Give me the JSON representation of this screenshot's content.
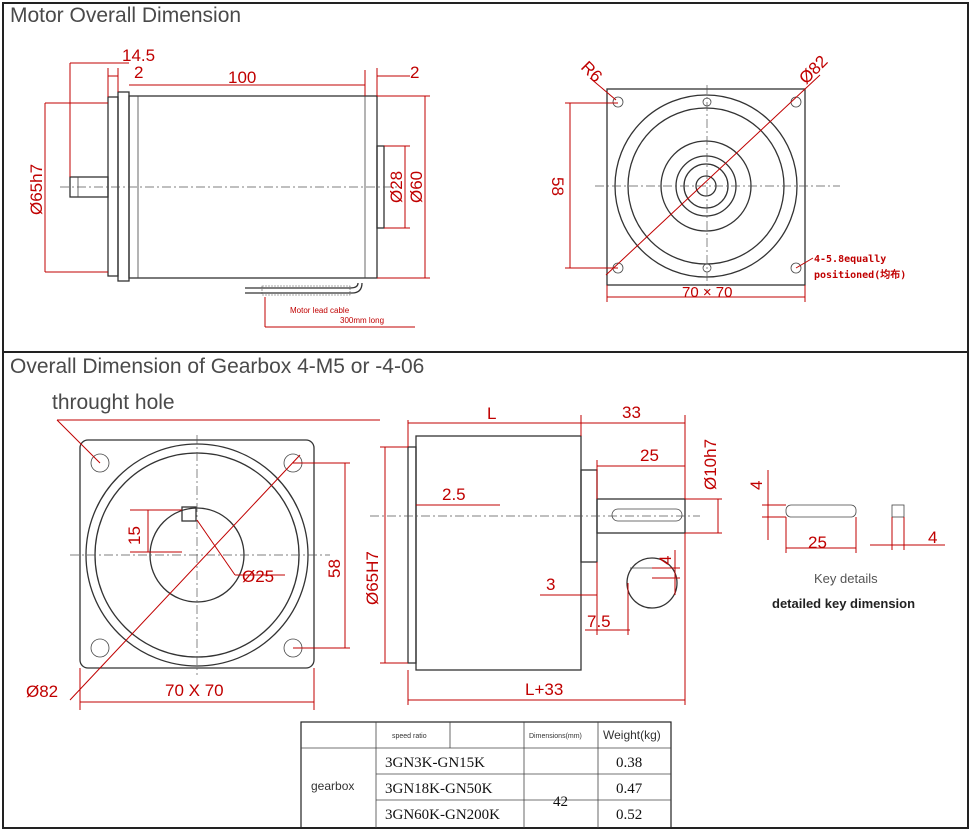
{
  "motor": {
    "title": "Motor Overall Dimension",
    "dims": {
      "d14_5": "14.5",
      "d2_left": "2",
      "d100": "100",
      "d2_right": "2",
      "d65h7": "Ø65h7",
      "d28": "Ø28",
      "d60": "Ø60",
      "r6": "R6",
      "d82": "Ø82",
      "d58": "58",
      "d70x70": "70 × 70"
    },
    "hole_note_1": "4-5.8equally",
    "hole_note_2": "positioned(均布)",
    "cable_1": "Motor lead cable",
    "cable_2": "300mm long"
  },
  "gearbox": {
    "title": "Overall Dimension of Gearbox 4-M5 or -4-06",
    "subtitle": "throught hole",
    "dims": {
      "d15": "15",
      "d25dia": "Ø25",
      "d58": "58",
      "d82": "Ø82",
      "d70x70": "70 X 70",
      "L": "L",
      "d33": "33",
      "d25": "25",
      "d10h7": "Ø10h7",
      "d2_5": "2.5",
      "d65H7": "Ø65H7",
      "d3": "3",
      "d7_5": "7.5",
      "d4_shaft": "4",
      "L33": "L+33",
      "key_4a": "4",
      "key_25": "25",
      "key_4b": "4"
    },
    "key_details": "Key details",
    "key_desc": "detailed key dimension"
  },
  "table": {
    "headers": [
      "speed ratio",
      "Dimensions(mm)",
      "Weight(kg)"
    ],
    "row_label": "gearbox",
    "rows": [
      {
        "ratio": "3GN3K-GN15K",
        "weight": "0.38"
      },
      {
        "ratio": "3GN18K-GN50K",
        "weight": "0.47"
      },
      {
        "ratio": "3GN60K-GN200K",
        "weight": "0.52"
      }
    ],
    "dimension": "42"
  }
}
